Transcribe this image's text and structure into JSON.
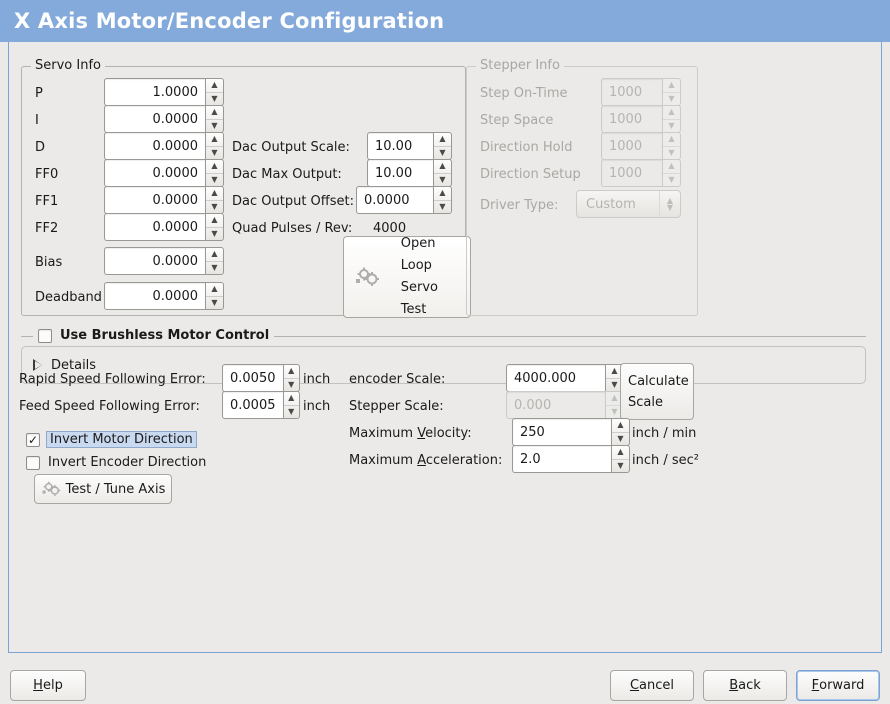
{
  "window": {
    "title": "X Axis Motor/Encoder Configuration",
    "title_bar_color": "#83aada",
    "background_color": "#ebeae8",
    "border_color": "#7ba3d4"
  },
  "servo_info": {
    "legend": "Servo Info",
    "rows": [
      {
        "label": "P",
        "value": "1.0000"
      },
      {
        "label": "I",
        "value": "0.0000"
      },
      {
        "label": "D",
        "value": "0.0000"
      },
      {
        "label": "FF0",
        "value": "0.0000"
      },
      {
        "label": "FF1",
        "value": "0.0000"
      },
      {
        "label": "FF2",
        "value": "0.0000"
      },
      {
        "label": "Bias",
        "value": "0.0000"
      },
      {
        "label": "Deadband",
        "value": "0.0000"
      }
    ],
    "dac": [
      {
        "label": "Dac Output Scale:",
        "value": "10.00"
      },
      {
        "label": "Dac Max Output:",
        "value": "10.00"
      },
      {
        "label": "Dac Output Offset:",
        "value": "0.0000"
      }
    ],
    "quad_pulses_label": "Quad Pulses / Rev:",
    "quad_pulses_value": "4000",
    "open_loop_button": "Open\nLoop\nServo\nTest",
    "open_loop_lines": [
      "Open",
      "Loop",
      "Servo",
      "Test"
    ]
  },
  "stepper_info": {
    "legend": "Stepper Info",
    "enabled": false,
    "rows": [
      {
        "label": "Step On-Time",
        "value": "1000"
      },
      {
        "label": "Step Space",
        "value": "1000"
      },
      {
        "label": "Direction Hold",
        "value": "1000"
      },
      {
        "label": "Direction Setup",
        "value": "1000"
      }
    ],
    "driver_type_label": "Driver Type:",
    "driver_type_value": "Custom"
  },
  "brushless": {
    "legend": "Use Brushless Motor Control",
    "checked": false,
    "details_label": "Details",
    "details_expanded": false
  },
  "following_error": {
    "rapid_label": "Rapid Speed Following Error:",
    "rapid_value": "0.0050",
    "rapid_unit": "inch",
    "feed_label": "Feed Speed Following Error:",
    "feed_value": "0.0005",
    "feed_unit": "inch"
  },
  "direction": {
    "invert_motor_label": "Invert Motor Direction",
    "invert_motor_checked": true,
    "invert_motor_focused": true,
    "invert_encoder_label": "Invert Encoder Direction",
    "invert_encoder_checked": false,
    "test_tune_button": "Test / Tune Axis"
  },
  "scale": {
    "encoder_label": "encoder Scale:",
    "encoder_value": "4000.000",
    "stepper_label": "Stepper Scale:",
    "stepper_value": "0.000",
    "stepper_enabled": false,
    "calculate_line1": "Calculate",
    "calculate_line2": "Scale",
    "max_velocity_label_pre": "Maximum ",
    "max_velocity_label_key": "V",
    "max_velocity_label_post": "elocity:",
    "max_velocity_value": "250",
    "max_velocity_unit": "inch / min",
    "max_accel_label_pre": "Maximum ",
    "max_accel_label_key": "A",
    "max_accel_label_post": "cceleration:",
    "max_accel_value": "2.0",
    "max_accel_unit": "inch / sec²"
  },
  "actions": {
    "help_key": "H",
    "help_rest": "elp",
    "cancel_key": "C",
    "cancel_rest": "ancel",
    "back_key": "B",
    "back_rest": "ack",
    "forward_key": "F",
    "forward_rest": "orward",
    "forward_focused": true
  },
  "icons": {
    "up_arrow": "▲",
    "down_arrow": "▼",
    "check": "✓"
  }
}
